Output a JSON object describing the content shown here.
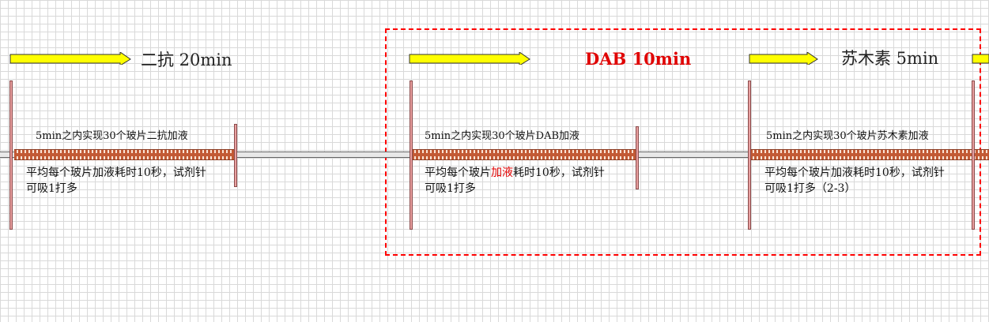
{
  "sections": [
    {
      "title": "二抗 20min",
      "note": "5min之内实现30个玻片二抗加液",
      "desc_line1": "平均每个玻片加液耗时10秒，试剂针",
      "desc_line2": "可吸1打多"
    },
    {
      "title": "DAB 10min",
      "note": "5min之内实现30个玻片DAB加液",
      "desc_line1_a": "平均每个玻片",
      "desc_line1_hl": "加液",
      "desc_line1_b": "耗时10秒，试剂针",
      "desc_line2": "可吸1打多"
    },
    {
      "title": "苏木素 5min",
      "note": "5min之内实现30个玻片苏木素加液",
      "desc_line1": "平均每个玻片加液耗时10秒，试剂针",
      "desc_line2": "可吸1打多（2-3）"
    }
  ],
  "colors": {
    "arrow_fill": "#ffff00",
    "highlight": "#e00000",
    "dashed_box": "#ff0000"
  }
}
